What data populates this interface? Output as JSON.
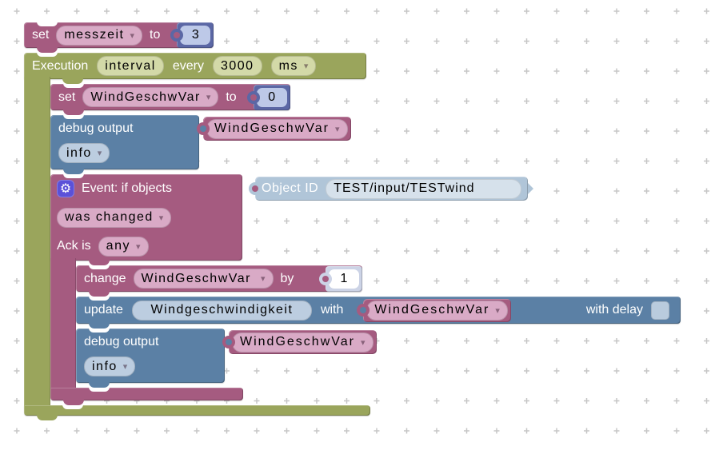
{
  "workspace": {
    "background": "#ffffff",
    "grid_color": "#c6c6c6"
  },
  "colors": {
    "variable_magenta": "#a55b80",
    "schedule_olive": "#9aa55c",
    "action_blue": "#5b80a5",
    "number_blue": "#5b67a5",
    "shadow_number": "#ccd3e6",
    "object_id_block": "#b0c5d8",
    "gear_badge": "#5b51d8"
  },
  "icons": {
    "gear": "⚙",
    "dropdown_arrow": "▾"
  },
  "blocks": {
    "set_messzeit": {
      "keyword_set": "set",
      "variable": "messzeit",
      "keyword_to": "to",
      "value": "3"
    },
    "execution": {
      "keyword": "Execution",
      "schedule": "interval",
      "keyword_every": "every",
      "interval": "3000",
      "unit": "ms"
    },
    "set_windgeschw": {
      "keyword_set": "set",
      "variable": "WindGeschwVar",
      "keyword_to": "to",
      "value": "0"
    },
    "debug_top": {
      "keyword": "debug output",
      "argument": "WindGeschwVar",
      "severity": "info"
    },
    "event": {
      "keyword": "Event: if objects",
      "object_id_label": "Object ID",
      "object_id": "TEST/input/TESTwind",
      "condition": "was changed",
      "ack_label": "Ack is",
      "ack_value": "any"
    },
    "change_var": {
      "keyword_change": "change",
      "variable": "WindGeschwVar",
      "keyword_by": "by",
      "value": "1"
    },
    "update": {
      "keyword_update": "update",
      "object": "Windgeschwindigkeit",
      "keyword_with": "with",
      "argument": "WindGeschwVar",
      "delay_label": "with delay"
    },
    "debug_inner": {
      "keyword": "debug output",
      "argument": "WindGeschwVar",
      "severity": "info"
    }
  }
}
